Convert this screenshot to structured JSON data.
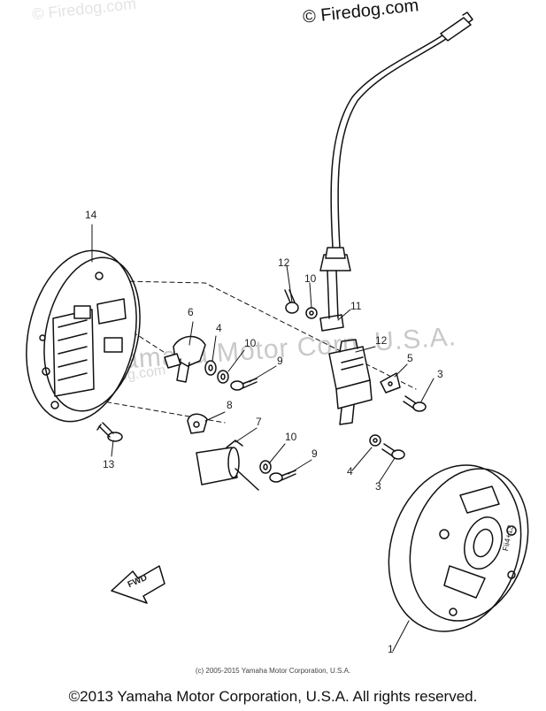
{
  "watermarks": {
    "top_left": "© Firedog.com",
    "top_right": "© Firedog.com",
    "center": "Yamaha Motor Corp. U.S.A.",
    "center_small": "firedog.com"
  },
  "callouts": {
    "c1": "1",
    "c3a": "3",
    "c3b": "3",
    "c4a": "4",
    "c4b": "4",
    "c5": "5",
    "c6": "6",
    "c7": "7",
    "c8": "8",
    "c9a": "9",
    "c9b": "9",
    "c10a": "10",
    "c10b": "10",
    "c10c": "10",
    "c11": "11",
    "c12a": "12",
    "c12b": "12",
    "c13": "13",
    "c14": "14"
  },
  "fwd_label": "FWD",
  "rotor_code": "Fii4+13",
  "footer": {
    "small": "(c) 2005-2015 Yamaha Motor Corporation, U.S.A.",
    "copyright": "©2013 Yamaha Motor Corporation, U.S.A. All rights reserved."
  }
}
